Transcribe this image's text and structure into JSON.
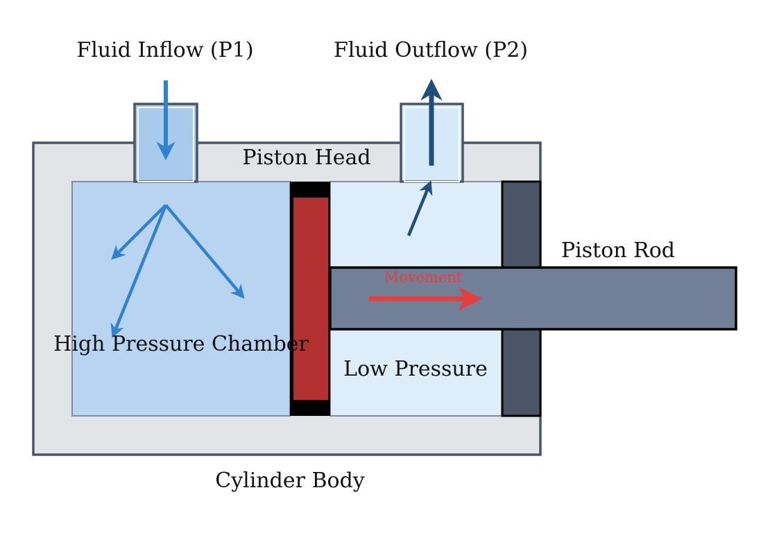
{
  "labels": {
    "inflow": "Fluid Inflow (P1)",
    "outflow": "Fluid Outflow (P2)",
    "piston_head": "Piston Head",
    "piston_rod": "Piston Rod",
    "movement": "Movement",
    "high_pressure": "High Pressure Chamber",
    "low_pressure": "Low Pressure",
    "cylinder_body": "Cylinder Body"
  },
  "colors": {
    "cylinder_fill": "#e2e4e8",
    "outline": "#4a5568",
    "high_pressure_fill": "#b8d4f0",
    "low_pressure_fill": "#ddeefa",
    "inlet_port_fill": "#a9cbeb",
    "outlet_port_fill": "#d4e9f9",
    "piston_head_fill": "#b33030",
    "piston_rod_fill": "#718096",
    "end_cap_fill": "#4a5568",
    "inflow_arrow": "#3182ce",
    "outflow_arrow": "#1e4e79",
    "movement_arrow": "#e53e3e"
  }
}
